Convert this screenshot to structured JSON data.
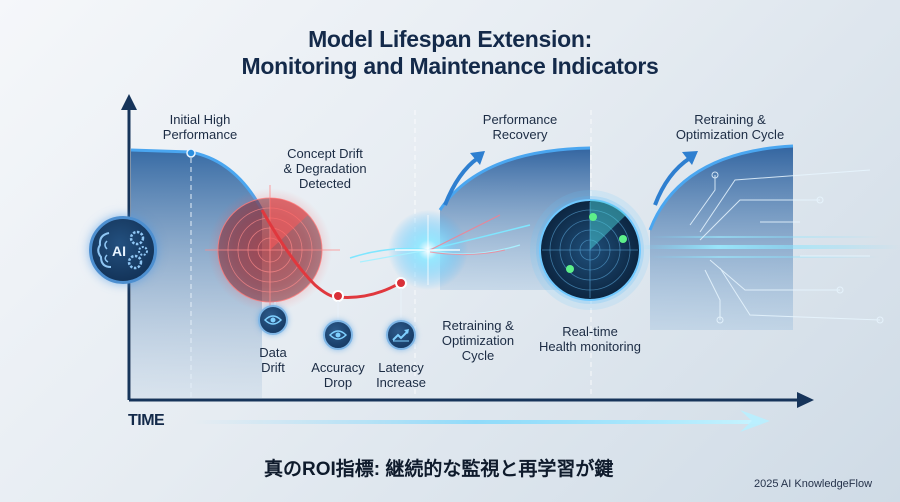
{
  "header": {
    "title_line1": "Model Lifespan Extension:",
    "title_line2": "Monitoring and Maintenance Indicators"
  },
  "stages": [
    {
      "label_line1": "Initial High",
      "label_line2": "Performance"
    },
    {
      "label_line1": "Concept Drift",
      "label_line2": "& Degradation",
      "label_line3": "Detected"
    },
    {
      "label_line1": "Performance",
      "label_line2": "Recovery"
    },
    {
      "label_line1": "Retraining &",
      "label_line2": "Optimization Cycle"
    }
  ],
  "indicators": [
    {
      "icon": "eye-icon",
      "label_line1": "Data",
      "label_line2": "Drift"
    },
    {
      "icon": "eye-icon",
      "label_line1": "Accuracy",
      "label_line2": "Drop"
    },
    {
      "icon": "trend-up-icon",
      "label_line1": "Latency",
      "label_line2": "Increase"
    }
  ],
  "lower_labels": {
    "retraining": {
      "line1": "Retraining &",
      "line2": "Optimization",
      "line3": "Cycle"
    },
    "monitoring": {
      "line1": "Real-time",
      "line2": "Health monitoring"
    }
  },
  "ai_badge": {
    "text": "AI",
    "icon": "brain-gear-icon"
  },
  "axes": {
    "x_label": "TIME"
  },
  "footer": {
    "tagline": "真のROI指標: 継続的な監視と再学習が鍵",
    "credit": "2025 AI KnowledgeFlow"
  },
  "colors": {
    "navy": "#142a4a",
    "performance_blue": "#2f6fb0",
    "alert_red": "#e0383e",
    "glow_cyan": "#6fe0ff",
    "radar_green": "#5df08a"
  }
}
